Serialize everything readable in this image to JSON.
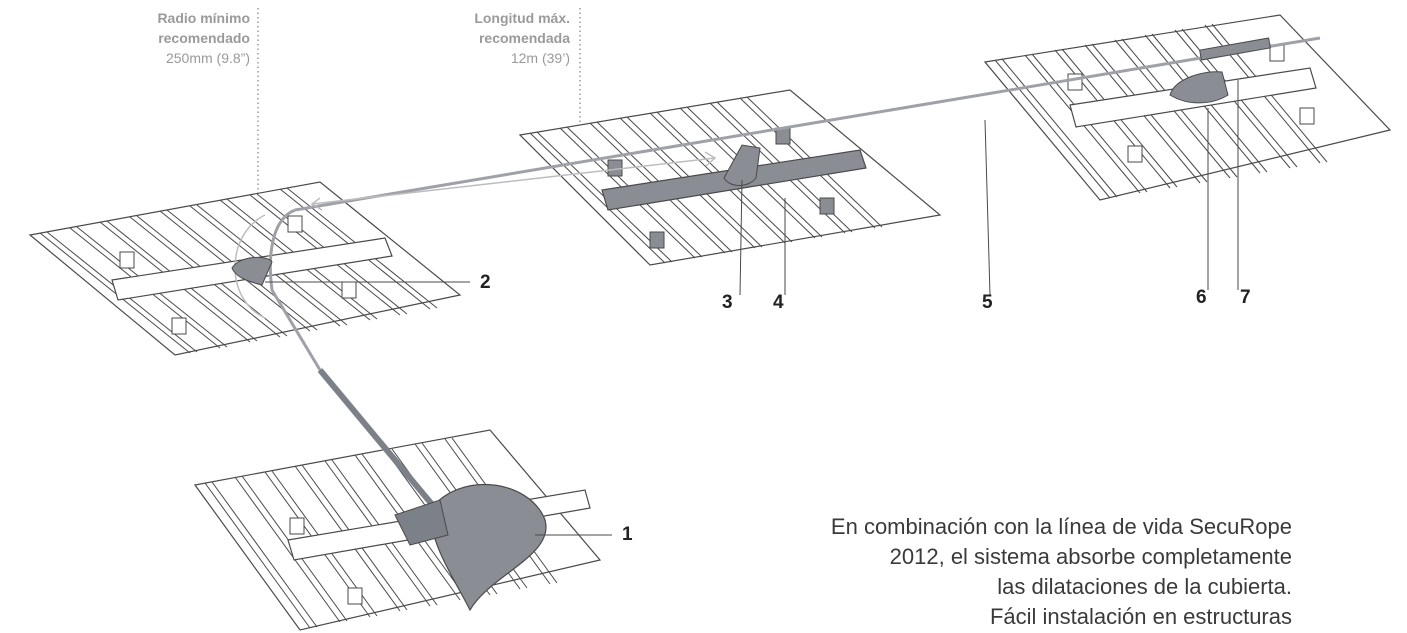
{
  "annotations": {
    "min_radius": {
      "title_line1": "Radio mínimo",
      "title_line2": "recomendado",
      "value": "250mm (9.8”)"
    },
    "max_length": {
      "title_line1": "Longitud máx.",
      "title_line2": "recomendada",
      "value": "12m (39’)"
    }
  },
  "callouts": [
    "1",
    "2",
    "3",
    "4",
    "5",
    "6",
    "7"
  ],
  "description_lines": [
    "En combinación con la línea de vida SecuRope",
    "2012, el sistema absorbe completamente",
    "las dilataciones de la cubierta.",
    "Fácil instalación en estructuras"
  ],
  "colors": {
    "roof_line": "#4a4a4a",
    "metal": "#8a8d94",
    "cable": "#9ea1a8",
    "dim_line": "#bdbdbd"
  }
}
